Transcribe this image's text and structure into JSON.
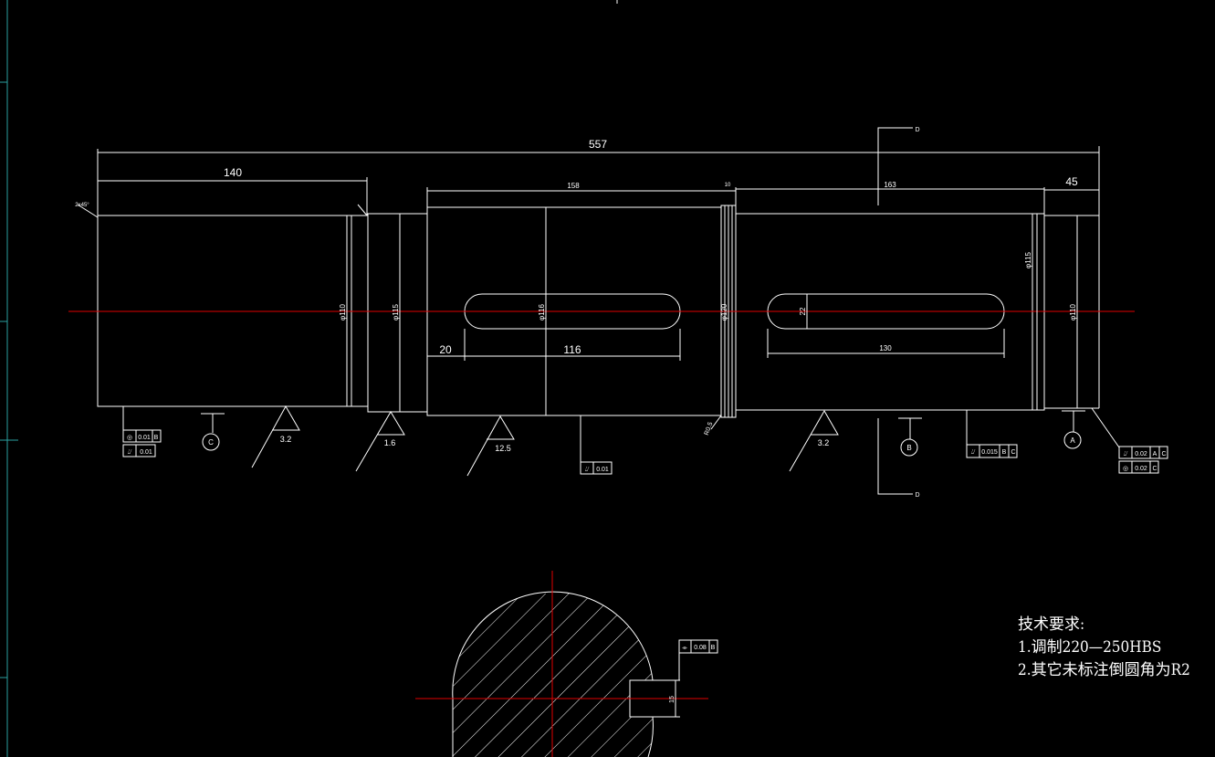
{
  "dims": {
    "overall": "557",
    "left_len": "140",
    "gear_len": "158",
    "collar_len": "10",
    "right_len": "163",
    "end_len": "45",
    "key1_offset": "20",
    "key1_len": "116",
    "key2_len": "130",
    "key2_width": "22",
    "chamfer": "2x45°",
    "dia_left": "φ110",
    "dia_step": "φ115",
    "dia_gear": "φ116",
    "dia_collar": "φ120",
    "dia_right": "φ115",
    "dia_end": "φ110",
    "section_depth": "15",
    "collar_fillet": "R0.5"
  },
  "roughness": [
    "3.2",
    "1.6",
    "12.5",
    "3.2"
  ],
  "tolerances": {
    "left": [
      {
        "sym": "◎",
        "val": "0.01",
        "ref": "B"
      },
      {
        "sym": "⌰",
        "val": "0.01",
        "ref": ""
      }
    ],
    "mid": [
      {
        "sym": "⌰",
        "val": "0.01",
        "ref": ""
      }
    ],
    "right_mid": [
      {
        "sym": "⌰",
        "val": "0.015",
        "ref": "B",
        "ref2": "C"
      }
    ],
    "right": [
      {
        "sym": "⌰",
        "val": "0.02",
        "ref": "A",
        "ref2": "C"
      },
      {
        "sym": "◎",
        "val": "0.02",
        "ref": "C"
      }
    ],
    "section": [
      {
        "sym": "⌯",
        "val": "0.08",
        "ref": "B"
      }
    ]
  },
  "datums": [
    "C",
    "B",
    "A"
  ],
  "section_marks": [
    "D",
    "D"
  ],
  "notes": {
    "title": "技术要求:",
    "line1": "1.调制220—250HBS",
    "line2": "2.其它未标注倒圆角为R2"
  },
  "colors": {
    "background": "#000000",
    "line": "#ffffff",
    "centerline": "#e00000"
  }
}
